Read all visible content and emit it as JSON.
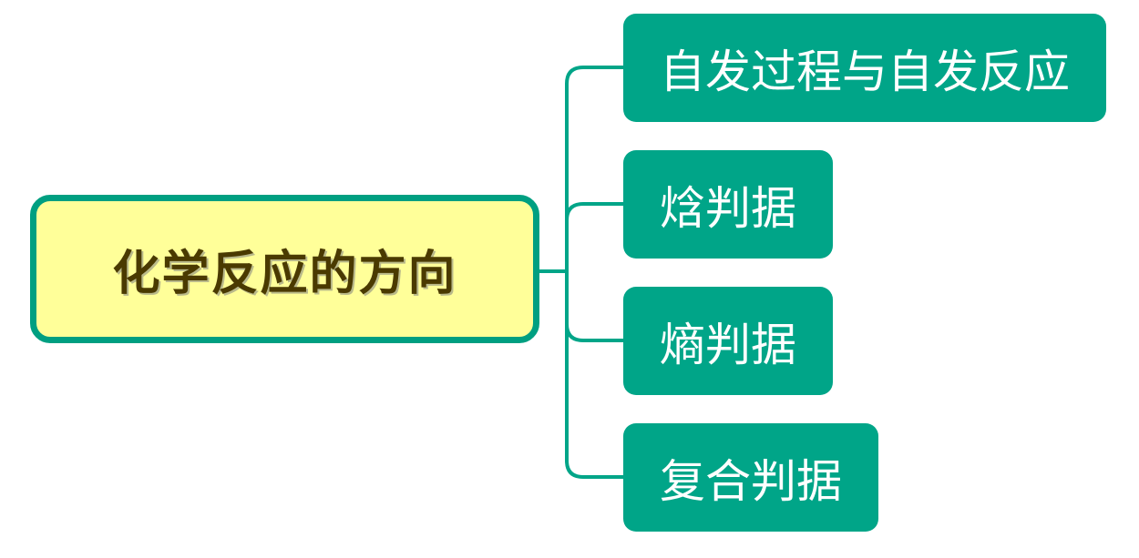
{
  "colors": {
    "root_fill": "#ffff99",
    "root_border": "#009f81",
    "root_text": "#4a3a00",
    "child_fill": "#00a588",
    "child_text": "#ffffff",
    "connector": "#00a588"
  },
  "root": {
    "label": "化学反应的方向"
  },
  "children": [
    {
      "label": "自发过程与自发反应"
    },
    {
      "label": "焓判据"
    },
    {
      "label": "熵判据"
    },
    {
      "label": "复合判据"
    }
  ]
}
